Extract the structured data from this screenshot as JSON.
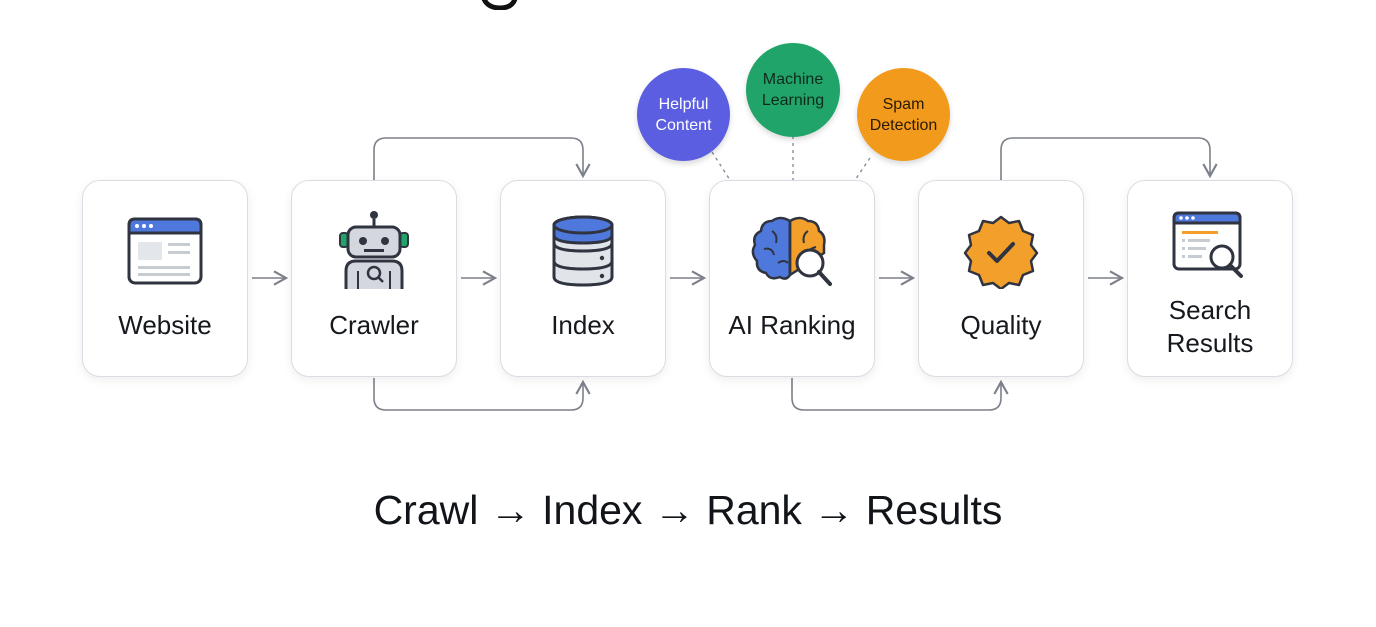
{
  "nodes": [
    {
      "label": "Website",
      "icon": "browser-window-icon"
    },
    {
      "label": "Crawler",
      "icon": "robot-icon"
    },
    {
      "label": "Index",
      "icon": "database-icon"
    },
    {
      "label": "AI Ranking",
      "icon": "brain-search-icon"
    },
    {
      "label": "Quality",
      "icon": "quality-badge-icon"
    },
    {
      "label": "Search\nResults",
      "icon": "search-results-icon"
    }
  ],
  "signals": [
    {
      "label": "Helpful\nContent",
      "color": "#5b5ee0"
    },
    {
      "label": "Machine\nLearning",
      "color": "#20a46a"
    },
    {
      "label": "Spam\nDetection",
      "color": "#f29a1b"
    }
  ],
  "footer": "Crawl → Index → Rank → Results",
  "colors": {
    "card_border": "#d9dde3",
    "connector": "#7b8089",
    "icon_outline": "#2f3440",
    "icon_blue": "#4f78dc",
    "icon_orange": "#f2a02b"
  }
}
